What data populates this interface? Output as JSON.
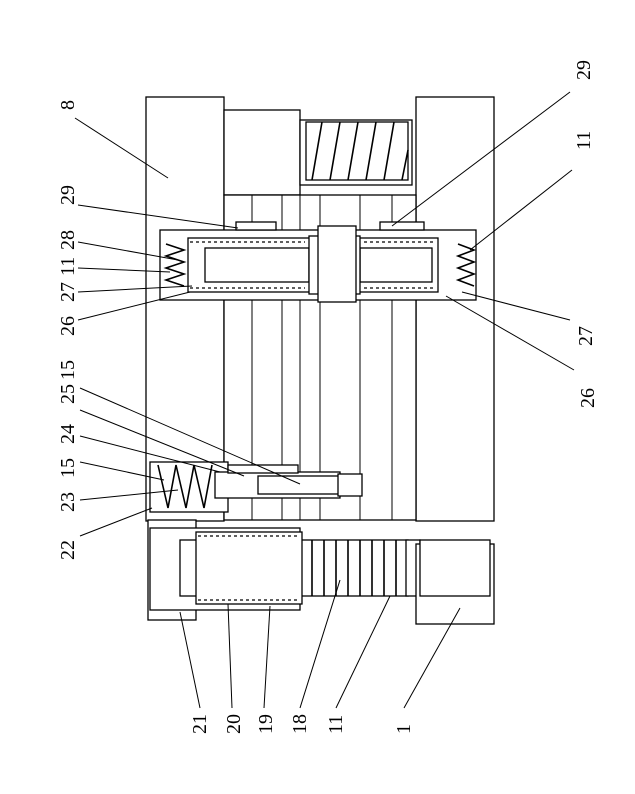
{
  "labels": {
    "l8": "8",
    "l29a": "29",
    "l28": "28",
    "l11a": "11",
    "l27a": "27",
    "l26a": "26",
    "l15a": "15",
    "l25": "25",
    "l24": "24",
    "l15b": "15",
    "l23": "23",
    "l22": "22",
    "l21": "21",
    "l20": "20",
    "l19": "19",
    "l18": "18",
    "l11b": "11",
    "l1": "1",
    "l29b": "29",
    "l11c": "11",
    "l27b": "27",
    "l26b": "26"
  }
}
